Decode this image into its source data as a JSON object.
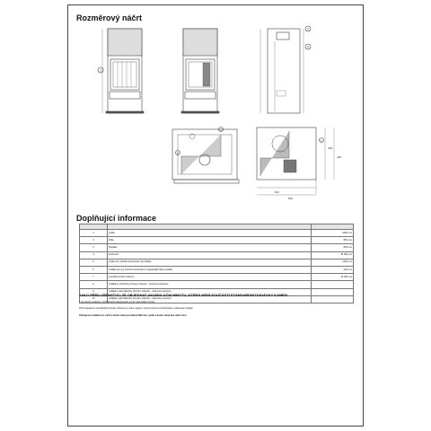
{
  "headings": {
    "sketch": "Rozměrový náčrt",
    "info": "Doplňující informace"
  },
  "dimensions": {
    "depth_side": "854",
    "depth_bottom": "854",
    "width_a": "834",
    "width_b": "600",
    "side_a": "428",
    "side_b": "428",
    "callouts": [
      "1",
      "2",
      "3",
      "4",
      "5",
      "6",
      "7",
      "8",
      "9",
      "10"
    ]
  },
  "spec_rows": [
    {
      "num": "1",
      "label": "výška",
      "value": "1630 mm"
    },
    {
      "num": "2",
      "label": "šířka",
      "value": "854 mm"
    },
    {
      "num": "3",
      "label": "hloubka",
      "value": "854 mm"
    },
    {
      "num": "4",
      "label": "kouřovod",
      "value": "Ø 150 mm"
    },
    {
      "num": "5",
      "label": "výška osy zadního kouřovodu od podlahy",
      "value": "1262 mm"
    },
    {
      "num": "6",
      "label": "vzdálenost osy horního kouřovodu k nejzadnější části výrobku",
      "value": "444 mm"
    },
    {
      "num": "7",
      "label": "centrální přívod vzduchu",
      "value": "Ø 100 mm"
    },
    {
      "num": "8",
      "label": "ovládání primárního přívodu vzduchu - zasunuto otevřeno",
      "value": ""
    },
    {
      "num": "9",
      "label": "ovládání sekundárního přívodu vzduchu - zasunuto otevřeno",
      "value": ""
    },
    {
      "num": "10",
      "label": "ovládání sekundárního přívodu vzduchu - zasunuto otevřeno",
      "value": ""
    }
  ],
  "notes": {
    "bold_notice": "JAKO PŘÍSLUŠENSTVÍ LZE OBJEDNAT AKUMULAČNÍ HMOTU, KTERÁ NENÍ SOUČÁSTÍ STANDARDNÍ DODÁVKY KAMEN.",
    "small_1": "* Hmotnost uvedená v technických parametrech je bez akumulační hmoty.",
    "small_2": "Před napojením centrálního přívodu vzduchu je nutné nejprve vylomit (pomocí šroubováku) vylamovací výlisky.",
    "clearance": "Odstupová vzdálenost: čelní a boční stěna prosklená 800 mm, zadní a boční stěna bez skla 0 mm."
  }
}
